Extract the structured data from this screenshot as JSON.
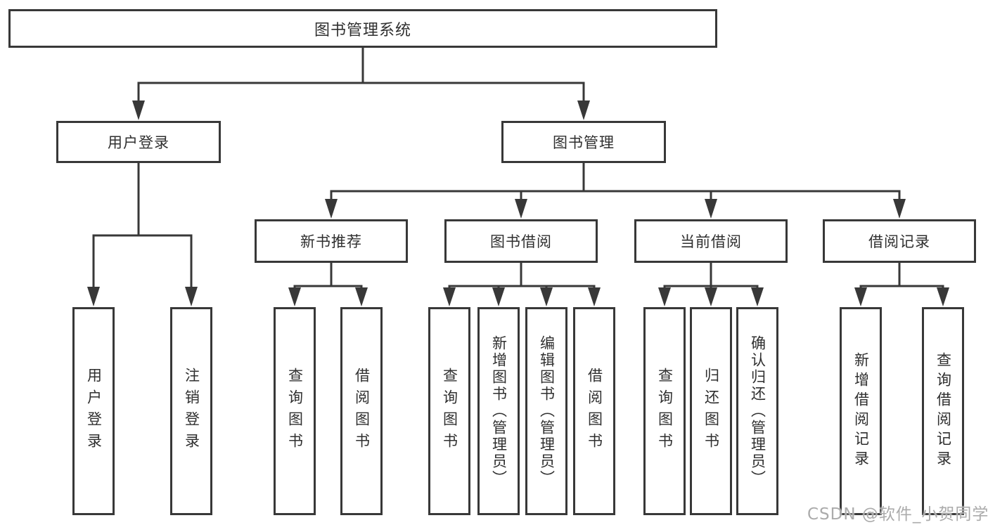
{
  "diagram_title": "图书管理系统",
  "tree": {
    "root": {
      "label": "图书管理系统"
    },
    "branches": [
      {
        "label": "用户登录",
        "children": [
          {
            "label": "用户登录"
          },
          {
            "label": "注销登录"
          }
        ]
      },
      {
        "label": "图书管理",
        "children": [
          {
            "label": "新书推荐",
            "children": [
              {
                "label": "查询图书"
              },
              {
                "label": "借阅图书"
              }
            ]
          },
          {
            "label": "图书借阅",
            "children": [
              {
                "label": "查询图书"
              },
              {
                "label": "新增图书（管理员）"
              },
              {
                "label": "编辑图书（管理员）"
              },
              {
                "label": "借阅图书"
              }
            ]
          },
          {
            "label": "当前借阅",
            "children": [
              {
                "label": "查询图书"
              },
              {
                "label": "归还图书"
              },
              {
                "label": "确认归还（管理员）"
              }
            ]
          },
          {
            "label": "借阅记录",
            "children": [
              {
                "label": "新增借阅记录"
              },
              {
                "label": "查询借阅记录"
              }
            ]
          }
        ]
      }
    ]
  },
  "watermark": {
    "text": "CSDN @软件_小贺同学"
  },
  "colors": {
    "line": "#383838",
    "border": "#383838",
    "text": "#2f2f2f",
    "watermark": "#ababab",
    "bg": "#ffffff"
  }
}
